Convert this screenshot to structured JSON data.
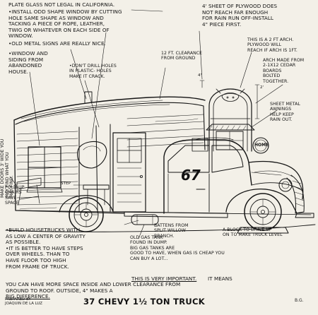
{
  "notes": {
    "plate_glass": "PLATE GLASS NOT LEGAL IN CALIFORNIA.",
    "odd_window": "•INSTALL ODD SHAPE WINDOW BY CUTTING\nHOLE SAME SHAPE AS WINDOW AND\nTACKING A PIECE OF ROPE, LEATHER,\nTWIG OR WHATEVER ON EACH SIDE OF\nWINDOW.",
    "metal_signs": "•OLD METAL SIGNS ARE REALLY NICE.",
    "window_siding": "•WINDOW AND\nSIDING FROM\nABANDONED\nHOUSE.",
    "dont_drill": "•DON'T DRILL HOLES\nIN PLASTIC- HOLES\nMAKE IT CRACK.",
    "clearance": "12 FT. CLEARANCE\nFROM GROUND",
    "plywood_sheet": "4' SHEET OF PLYWOOD DOES\nNOT REACH FAR ENOUGH\nFOR RAIN RUN OFF-INSTALL\n4\" PIECE FIRST.",
    "arch_2ft": "THIS IS A 2 FT ARCH.\nPLYWOOD WILL\nREACH IF ARCH IS 1FT.",
    "arch_boards": "ARCH MADE FROM\n2-1X12 CEDAR\nBOARDS\nBOLTED\nTOGETHER.",
    "dim_4": "4\"",
    "dim_2": "2'",
    "awnings": "SHEET METAL\nAWNINGS\nHELP KEEP\nRAIN OUT.",
    "vertical": "MAKE DOORS 3' WIDE YOU\nMAY FIND WHAT YOU\nMAY FIND.",
    "step": "STEP",
    "fold_up": "FOLD-UP\nCHAIRS\nSAVE\nSPACE",
    "battens": "BATTENS FROM\nSPLIT WILLOW\nBRANCH.",
    "gas_tank": "OLD GAS TANK\nFOUND IN DUMP.\nBIG GAS TANKS ARE\nGOOD TO HAVE, WHEN GAS IS CHEAP YOU\nCAN BUY A LOT...",
    "block": "A BLOCK TO DRIVE UP\nON TO MAKE TRUCK LEVEL",
    "build_low": "•BUILD HOUSETRUCKS WITH\nAS LOW A CENTER OF GRAVITY\nAS POSSIBLE.\n•IT IS BETTER TO HAVE STEPS\nOVER WHEELS. THAN TO\nHAVE FLOOR TOO HIGH\nFROM FRAME OF TRUCK.",
    "important_lead": "THIS IS VERY IMPORTANT.",
    "important_rest": "IT MEANS\nYOU CAN HAVE MORE SPACE INSIDE AND LOWER CLEARANCE FROM\nGROUND TO ROOF. OUTSIDE, 4\" MAKES A",
    "big_difference": "BIG DIFFERENCE."
  },
  "decals": {
    "number": "67",
    "sign_word": "HOME"
  },
  "title": "37 CHEVY 1½ TON TRUCK",
  "credit": "PREPARED BY\nJOAQUIN DE LA LUZ",
  "initials": "B.G."
}
